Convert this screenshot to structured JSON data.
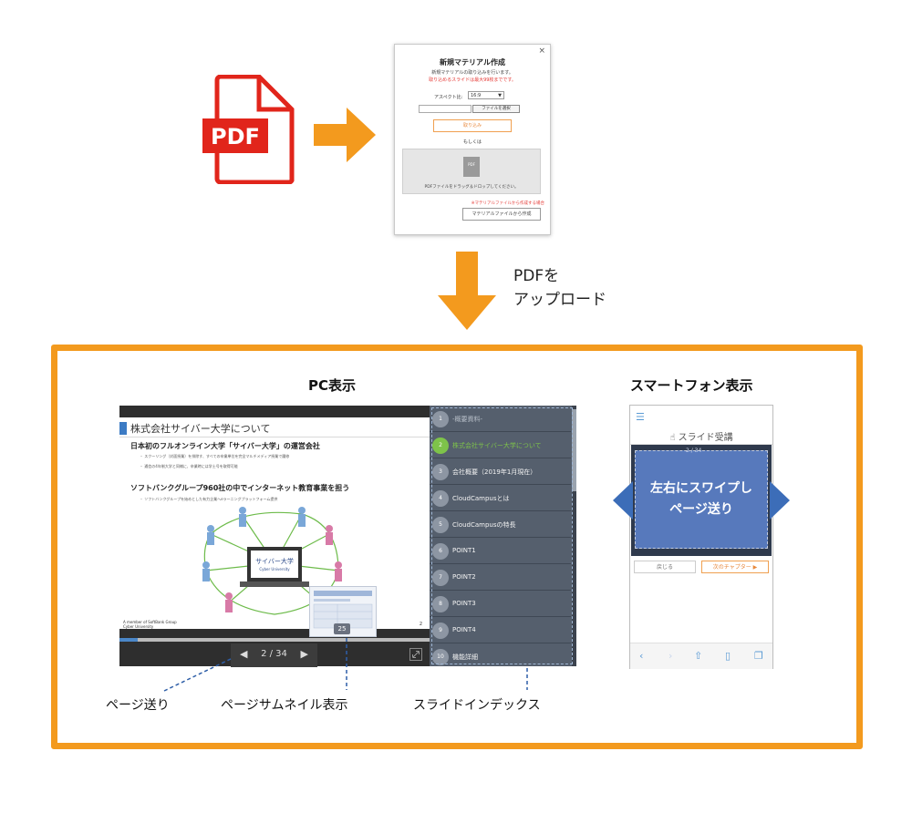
{
  "pdf_icon": {
    "label": "PDF"
  },
  "dialog": {
    "title": "新規マテリアル作成",
    "line1": "新規マテリアルの取り込みを行います。",
    "line2": "取り込めるスライドは最大99枚までです。",
    "aspect_label": "アスペクト比:",
    "aspect_value": "16:9",
    "file_button": "ファイルを選択",
    "import_button": "取り込み",
    "or_text": "もしくは",
    "drop_icon_label": "PDF",
    "drop_text": "PDFファイルをドラッグ＆ドロップしてください。",
    "note": "※マテリアルファイルから作成する場合",
    "material_button": "マテリアルファイルから作成"
  },
  "upload_label": [
    "PDFを",
    "アップロード"
  ],
  "pc": {
    "title": "PC表示",
    "slide": {
      "title": "株式会社サイバー大学について",
      "heading1": "日本初のフルオンライン大学「サイバー大学」の運営会社",
      "bullet1": "・ スクーリング（対面授業）を排除す、すべての卒業単位を完全マルチメディア授業で履修",
      "bullet2": "・ 通信の4年制大学と同様に、卒業時には学士号を取得可能",
      "heading2": "ソフトバンクグループ960社の中でインターネット教育事業を担う",
      "bullet3": "・ ソフトバンクグループを始めとした有力企業へeラーニングプラットフォーム提供",
      "laptop_text": "サイバー大学",
      "laptop_subtext": "Cyber University",
      "footer1": "A member of SoftBank Group",
      "footer2": "Cyber University",
      "page": "2"
    },
    "progress": 0.06,
    "nav": {
      "prev": "◀",
      "count": "2 / 34",
      "next": "▶"
    },
    "thumb_badge": "25",
    "index": [
      {
        "num": "1",
        "label": "-概要資料-"
      },
      {
        "num": "2",
        "label": "株式会社サイバー大学について"
      },
      {
        "num": "3",
        "label": "会社概要（2019年1月現在）"
      },
      {
        "num": "4",
        "label": "CloudCampusとは"
      },
      {
        "num": "5",
        "label": "CloudCampusの特長"
      },
      {
        "num": "6",
        "label": "POINT1"
      },
      {
        "num": "7",
        "label": "POINT2"
      },
      {
        "num": "8",
        "label": "POINT3"
      },
      {
        "num": "9",
        "label": "POINT4"
      },
      {
        "num": "10",
        "label": "機能詳細"
      }
    ],
    "active_index_color": "#7ec34a"
  },
  "captions": {
    "page": "ページ送り",
    "thumb": "ページサムネイル表示",
    "index": "スライドインデックス"
  },
  "sp": {
    "title": "スマートフォン表示",
    "header": "スライド受講",
    "count": "2 / 34",
    "overlay": [
      "左右にスワイプし",
      "ページ送り"
    ],
    "back_button": "戻じる",
    "next_button": "次のチャプター ▶"
  },
  "colors": {
    "orange": "#f39a1e",
    "pdf_red": "#e1251b",
    "blue_arrow": "#3c6db8"
  }
}
